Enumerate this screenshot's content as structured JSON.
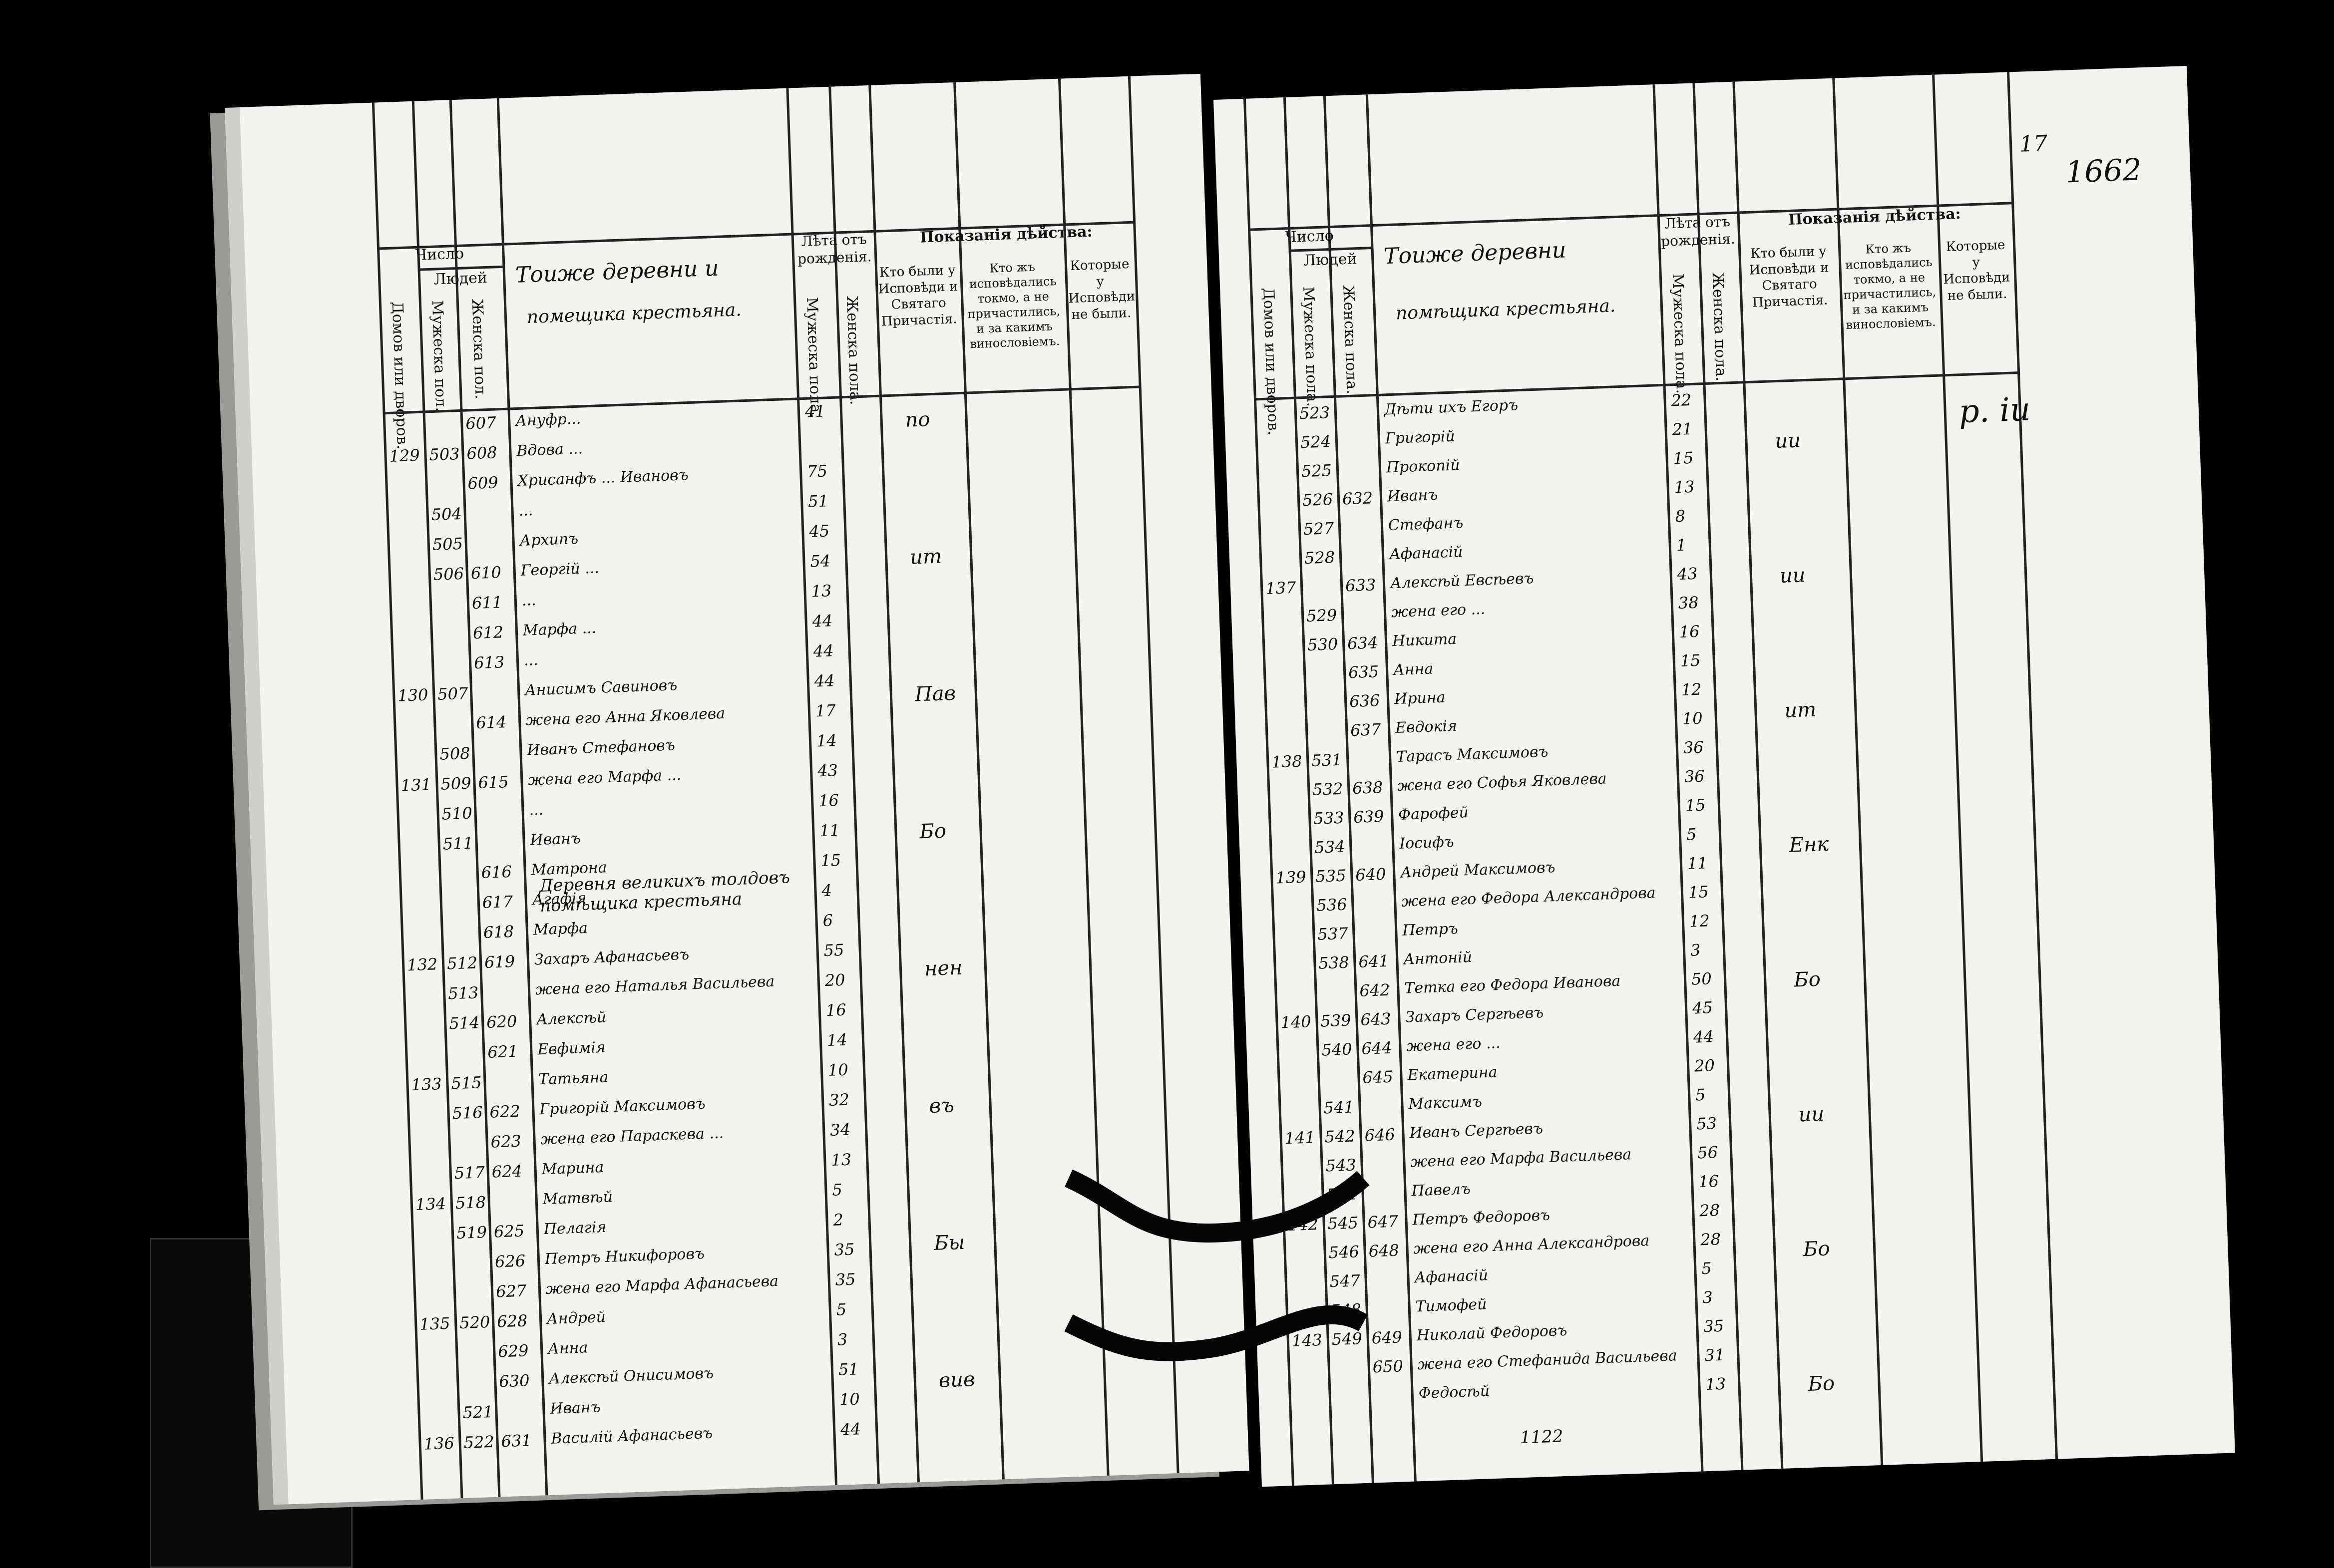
{
  "folio": "1662",
  "folio_small": "17",
  "left": {
    "headers": {
      "chislo": "Число",
      "lyudey": "Людей",
      "domov": "Домов или дворов.",
      "muzh": "Мужеска пол.",
      "zhen": "Женска пол.",
      "title1": "Тоиже деревни и",
      "title2": "помещика крестьяна.",
      "leta": "Лѣта отъ рожденія.",
      "leta_m": "Мужеска пола.",
      "leta_z": "Женска пола.",
      "pokazania": "Показанія дѣйства:",
      "kto_byli": "Кто были у Исповѣди и Святаго Причастія.",
      "kto_ispoved": "Кто жъ исповѣдались токмо, а не причастились, и за какимъ винословіемъ.",
      "kotorye": "Которые у Исповѣди не были."
    },
    "village": "Деревня великихъ толдовъ помѣщика крестьяна",
    "rows": [
      {
        "dom": "",
        "m": "",
        "z": "607",
        "name": "Ануфр...",
        "age": "41"
      },
      {
        "dom": "129",
        "m": "503",
        "z": "608",
        "name": "Вдова ...",
        "age": ""
      },
      {
        "dom": "",
        "m": "",
        "z": "609",
        "name": "Хрисанфъ ... Ивановъ",
        "age": "75"
      },
      {
        "dom": "",
        "m": "504",
        "z": "",
        "name": "...",
        "age": "51"
      },
      {
        "dom": "",
        "m": "505",
        "z": "",
        "name": "Архипъ",
        "age": "45"
      },
      {
        "dom": "",
        "m": "506",
        "z": "610",
        "name": "Георгій ...",
        "age": "54"
      },
      {
        "dom": "",
        "m": "",
        "z": "611",
        "name": "...",
        "age": "13"
      },
      {
        "dom": "",
        "m": "",
        "z": "612",
        "name": "Марфа ...",
        "age": "44"
      },
      {
        "dom": "",
        "m": "",
        "z": "613",
        "name": "...",
        "age": "44"
      },
      {
        "dom": "130",
        "m": "507",
        "z": "",
        "name": "Анисимъ Савиновъ",
        "age": "44"
      },
      {
        "dom": "",
        "m": "",
        "z": "614",
        "name": "жена его Анна Яковлева",
        "age": "17"
      },
      {
        "dom": "",
        "m": "508",
        "z": "",
        "name": "Иванъ Стефановъ",
        "age": "14"
      },
      {
        "dom": "131",
        "m": "509",
        "z": "615",
        "name": "жена его Марфа ...",
        "age": "43"
      },
      {
        "dom": "",
        "m": "510",
        "z": "",
        "name": "...",
        "age": "16"
      },
      {
        "dom": "",
        "m": "511",
        "z": "",
        "name": "Иванъ",
        "age": "11"
      },
      {
        "dom": "",
        "m": "",
        "z": "616",
        "name": "Матрона",
        "age": "15"
      },
      {
        "dom": "",
        "m": "",
        "z": "617",
        "name": "Агафія",
        "age": "4"
      },
      {
        "dom": "",
        "m": "",
        "z": "618",
        "name": "Марфа",
        "age": "6"
      },
      {
        "dom": "132",
        "m": "512",
        "z": "619",
        "name": "Захаръ Афанасьевъ",
        "age": "55"
      },
      {
        "dom": "",
        "m": "513",
        "z": "",
        "name": "жена его Наталья Васильева",
        "age": "20"
      },
      {
        "dom": "",
        "m": "514",
        "z": "620",
        "name": "Алексѣй",
        "age": "16"
      },
      {
        "dom": "",
        "m": "",
        "z": "621",
        "name": "Евфимія",
        "age": "14"
      },
      {
        "dom": "133",
        "m": "515",
        "z": "",
        "name": "Татьяна",
        "age": "10"
      },
      {
        "dom": "",
        "m": "516",
        "z": "622",
        "name": "Григорій Максимовъ",
        "age": "32"
      },
      {
        "dom": "",
        "m": "",
        "z": "623",
        "name": "жена его Параскева ...",
        "age": "34"
      },
      {
        "dom": "",
        "m": "517",
        "z": "624",
        "name": "Марина",
        "age": "13"
      },
      {
        "dom": "134",
        "m": "518",
        "z": "",
        "name": "Матвѣй",
        "age": "5"
      },
      {
        "dom": "",
        "m": "519",
        "z": "625",
        "name": "Пелагія",
        "age": "2"
      },
      {
        "dom": "",
        "m": "",
        "z": "626",
        "name": "Петръ Никифоровъ",
        "age": "35"
      },
      {
        "dom": "",
        "m": "",
        "z": "627",
        "name": "жена его Марфа Афанасьева",
        "age": "35"
      },
      {
        "dom": "135",
        "m": "520",
        "z": "628",
        "name": "Андрей",
        "age": "5"
      },
      {
        "dom": "",
        "m": "",
        "z": "629",
        "name": "Анна",
        "age": "3"
      },
      {
        "dom": "",
        "m": "",
        "z": "630",
        "name": "Алексѣй Онисимовъ",
        "age": "51"
      },
      {
        "dom": "",
        "m": "521",
        "z": "",
        "name": "Иванъ",
        "age": "10"
      },
      {
        "dom": "136",
        "m": "522",
        "z": "631",
        "name": "Василій Афанасьевъ",
        "age": "44"
      }
    ],
    "marks": [
      "по",
      "ит",
      "Пав",
      "Бо",
      "нен",
      "въ",
      "Бы",
      "вив"
    ]
  },
  "right": {
    "headers": {
      "chislo": "Число",
      "lyudey": "Людей",
      "domov": "Домов или дворов.",
      "muzh": "Мужеска пола.",
      "zhen": "Женска пола.",
      "title1": "Тоиже деревни",
      "title2": "помѣщика крестьяна.",
      "leta": "Лѣта отъ рожденія.",
      "leta_m": "Мужеска пола.",
      "leta_z": "Женска пола.",
      "pokazania": "Показанія дѣйства:",
      "kto_byli": "Кто были у Исповѣди и Святаго Причастія.",
      "kto_ispoved": "Кто жъ исповѣдались токмо, а не причастились, и за какимъ винословіемъ.",
      "kotorye": "Которые у Исповѣди не были."
    },
    "rows": [
      {
        "dom": "",
        "m": "523",
        "z": "",
        "name": "Дѣти ихъ Егоръ",
        "age": "22"
      },
      {
        "dom": "",
        "m": "524",
        "z": "",
        "name": "Григорій",
        "age": "21"
      },
      {
        "dom": "",
        "m": "525",
        "z": "",
        "name": "Прокопій",
        "age": "15"
      },
      {
        "dom": "",
        "m": "526",
        "z": "632",
        "name": "Иванъ",
        "age": "13"
      },
      {
        "dom": "",
        "m": "527",
        "z": "",
        "name": "Стефанъ",
        "age": "8"
      },
      {
        "dom": "",
        "m": "528",
        "z": "",
        "name": "Афанасій",
        "age": "1"
      },
      {
        "dom": "137",
        "m": "",
        "z": "633",
        "name": "Алексѣй Евсѣевъ",
        "age": "43"
      },
      {
        "dom": "",
        "m": "529",
        "z": "",
        "name": "жена его ...",
        "age": "38"
      },
      {
        "dom": "",
        "m": "530",
        "z": "634",
        "name": "Никита",
        "age": "16"
      },
      {
        "dom": "",
        "m": "",
        "z": "635",
        "name": "Анна",
        "age": "15"
      },
      {
        "dom": "",
        "m": "",
        "z": "636",
        "name": "Ирина",
        "age": "12"
      },
      {
        "dom": "",
        "m": "",
        "z": "637",
        "name": "Евдокія",
        "age": "10"
      },
      {
        "dom": "138",
        "m": "531",
        "z": "",
        "name": "Тарасъ Максимовъ",
        "age": "36"
      },
      {
        "dom": "",
        "m": "532",
        "z": "638",
        "name": "жена его Софья Яковлева",
        "age": "36"
      },
      {
        "dom": "",
        "m": "533",
        "z": "639",
        "name": "Фарофей",
        "age": "15"
      },
      {
        "dom": "",
        "m": "534",
        "z": "",
        "name": "Іосифъ",
        "age": "5"
      },
      {
        "dom": "139",
        "m": "535",
        "z": "640",
        "name": "Андрей Максимовъ",
        "age": "11"
      },
      {
        "dom": "",
        "m": "536",
        "z": "",
        "name": "жена его Федора Александрова",
        "age": "15"
      },
      {
        "dom": "",
        "m": "537",
        "z": "",
        "name": "Петръ",
        "age": "12"
      },
      {
        "dom": "",
        "m": "538",
        "z": "641",
        "name": "Антоній",
        "age": "3"
      },
      {
        "dom": "",
        "m": "",
        "z": "642",
        "name": "Тетка его Федора Иванова",
        "age": "50"
      },
      {
        "dom": "140",
        "m": "539",
        "z": "643",
        "name": "Захаръ Сергѣевъ",
        "age": "45"
      },
      {
        "dom": "",
        "m": "540",
        "z": "644",
        "name": "жена его ...",
        "age": "44"
      },
      {
        "dom": "",
        "m": "",
        "z": "645",
        "name": "Екатерина",
        "age": "20"
      },
      {
        "dom": "",
        "m": "541",
        "z": "",
        "name": "Максимъ",
        "age": "5"
      },
      {
        "dom": "141",
        "m": "542",
        "z": "646",
        "name": "Иванъ Сергѣевъ",
        "age": "53"
      },
      {
        "dom": "",
        "m": "543",
        "z": "",
        "name": "жена его Марфа Васильева",
        "age": "56"
      },
      {
        "dom": "",
        "m": "544",
        "z": "",
        "name": "Павелъ",
        "age": "16"
      },
      {
        "dom": "142",
        "m": "545",
        "z": "647",
        "name": "Петръ Федоровъ",
        "age": "28"
      },
      {
        "dom": "",
        "m": "546",
        "z": "648",
        "name": "жена его Анна Александрова",
        "age": "28"
      },
      {
        "dom": "",
        "m": "547",
        "z": "",
        "name": "Афанасій",
        "age": "5"
      },
      {
        "dom": "",
        "m": "548",
        "z": "",
        "name": "Тимофей",
        "age": "3"
      },
      {
        "dom": "143",
        "m": "549",
        "z": "649",
        "name": "Николай Федоровъ",
        "age": "35"
      },
      {
        "dom": "",
        "m": "",
        "z": "650",
        "name": "жена его Стефанида Васильева",
        "age": "31"
      },
      {
        "dom": "",
        "m": "",
        "z": "",
        "name": "Федосѣй",
        "age": "13"
      }
    ],
    "marks": [
      "ии",
      "ии",
      "ит",
      "Енк",
      "Бо",
      "ии",
      "Бо",
      "Бо"
    ],
    "margin_note": "p. іи",
    "bottom_note": "1122"
  }
}
